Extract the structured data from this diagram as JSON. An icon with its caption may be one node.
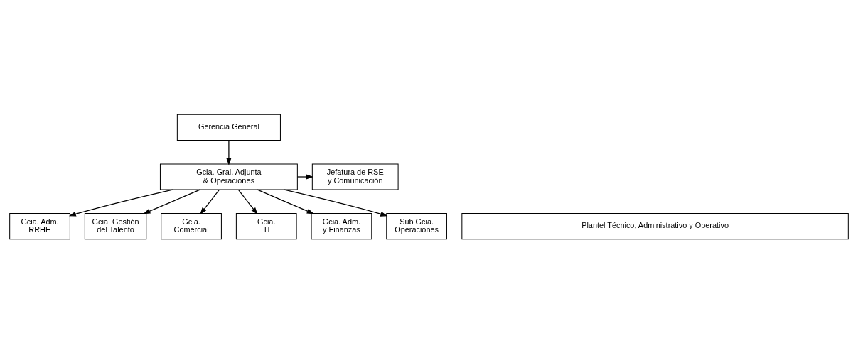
{
  "diagram": {
    "nodes": [
      {
        "text": [
          "Gerencia General"
        ]
      },
      {
        "text": [
          "Jefatura de RSE y Comunicación"
        ]
      },
      {
        "text": [
          "Gcia. Gral. Adjunta & Operaciones"
        ]
      },
      {
        "text": [
          "Gcia. Adm. RRHH"
        ]
      },
      {
        "text": [
          "Gcia. Gestión del Talento"
        ]
      },
      {
        "text": [
          "Gcia. Comercial"
        ]
      },
      {
        "text": [
          "Gcia. TI"
        ]
      },
      {
        "text": [
          "Gcia. Adm. y Finanzas"
        ]
      },
      {
        "text": [
          "Sub Gcia. Operaciones"
        ]
      },
      {
        "text": [
          "Plantel Técnico, Administrativo y Operativo"
        ]
      }
    ],
    "edges": [
      {
        "from": 0,
        "to": 2,
        "arrow": "to"
      },
      {
        "from": 2,
        "to": 1,
        "arrow": "to"
      },
      {
        "from": 2,
        "to": 3,
        "arrow": "to"
      },
      {
        "from": 2,
        "to": 4,
        "arrow": "to"
      },
      {
        "from": 2,
        "to": 5,
        "arrow": "to"
      },
      {
        "from": 2,
        "to": 6,
        "arrow": "to"
      },
      {
        "from": 2,
        "to": 7,
        "arrow": "to"
      },
      {
        "from": 2,
        "to": 8,
        "arrow": "to"
      }
    ]
  }
}
